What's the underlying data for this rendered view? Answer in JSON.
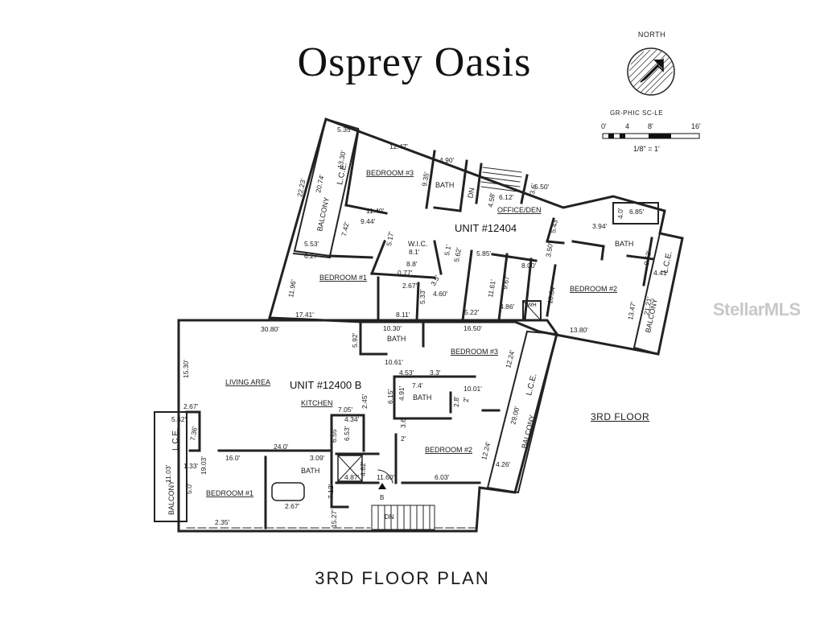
{
  "title": "Osprey Oasis",
  "north_label": "NORTH",
  "scale": {
    "label": "GR-PHIC SC-LE",
    "ticks": [
      "0'",
      "4",
      "8'",
      "16'"
    ],
    "ratio": "1/8\" = 1'"
  },
  "floor_tag": "3RD FLOOR",
  "plan_caption": "3RD FLOOR PLAN",
  "watermark": "StellarMLS",
  "units": [
    {
      "name": "UNIT #12404"
    },
    {
      "name": "UNIT #12400 B"
    }
  ],
  "rooms": {
    "bedroom3_upper": "BEDROOM #3",
    "bath_upper_top": "BATH",
    "office": "OFFICE/DEN",
    "dn_upper": "DN",
    "wic": "W.I.C.",
    "bedroom1_upper": "BEDROOM #1",
    "bath_upper_right": "BATH",
    "bedroom2_upper": "BEDROOM #2",
    "wh": "WH",
    "lce_upper_left": "L.C.E.",
    "balcony_upper_left": "BALCONY",
    "lce_upper_right": "L.C.E.",
    "balcony_upper_right": "BALCONY",
    "living": "LIVING AREA",
    "kitchen": "KITCHEN",
    "bath_lower_top": "BATH",
    "bedroom3_lower": "BEDROOM #3",
    "bath_lower_mid": "BATH",
    "bath_lower_left": "BATH",
    "bedroom1_lower": "BEDROOM #1",
    "bedroom2_lower": "BEDROOM #2",
    "lce_lower_left": "L.C.E.",
    "balcony_lower_left": "BALCONY",
    "lce_lower_right": "L.C.E.",
    "balcony_lower_right": "BALCONY",
    "dn_lower": "DN",
    "b_marker": "B"
  },
  "dimensions": [
    "5.35'",
    "12.47'",
    "4.90'",
    "22.23'",
    "20.74'",
    "13.30'",
    "9.35'",
    "4.58'",
    "6.12'",
    "3.6'",
    "5.50'",
    "11.40'",
    "9.44'",
    "7.42'",
    "5.53'",
    "6.27'",
    "5.17'",
    "8.1'",
    "8.8'",
    "5.1'",
    "5.62'",
    "5.85'",
    "8.00'",
    "3.50'",
    "6.85'",
    "4.0'",
    "3.94'",
    "5.43'",
    "9.52'",
    "4.41'",
    "11.96'",
    "0.77'",
    "3.5'",
    "2.67'",
    "4.60'",
    "5.33'",
    "11.61'",
    "9.67'",
    "10.04'",
    "13.47'",
    "21.21'",
    "17.41'",
    "8.11'",
    "5.22'",
    "4.86'",
    "13.80'",
    "30.80'",
    "10.30'",
    "16.50'",
    "5.92'",
    "10.61'",
    "12.24'",
    "15.30'",
    "4.53'",
    "3.3'",
    "7.4'",
    "10.01'",
    "6.15'",
    "4.91'",
    "2.8'",
    "2'",
    "29.00'",
    "2.67'",
    "7.05'",
    "2.45'",
    "4.34'",
    "5.42'",
    "7.36'",
    "6.55'",
    "6.53'",
    "3.6'",
    "2'",
    "12.24'",
    "24.0'",
    "16.0'",
    "3.09'",
    "1.33'",
    "19.03'",
    "11.03'",
    "5.0'",
    "4.82'",
    "4.87'",
    "11.60'",
    "6.03'",
    "4.26'",
    "7.12'",
    "2.67'",
    "15.27'",
    "2.35'"
  ]
}
